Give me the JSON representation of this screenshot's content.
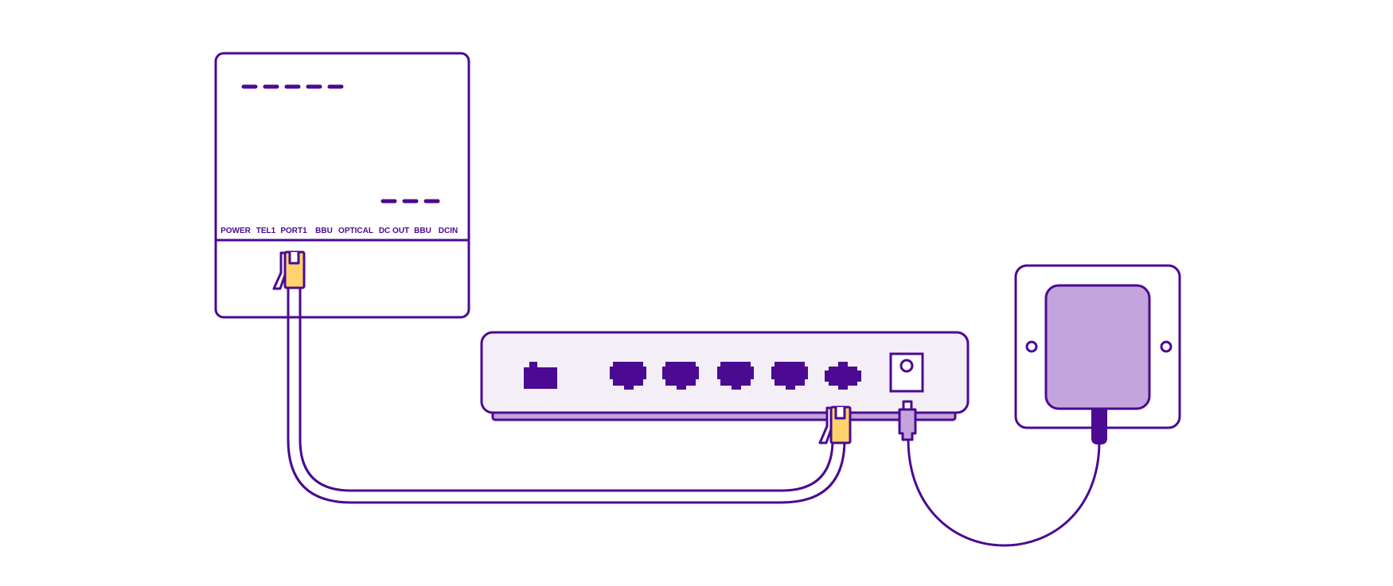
{
  "colors": {
    "stroke": "#4b0a91",
    "router_fill": "#f4eef7",
    "adapter_fill": "#c3a4dc",
    "connector_yellow": "#ffd26e",
    "background": "#ffffff"
  },
  "ont": {
    "port_labels": [
      "POWER",
      "TEL1",
      "PORT1",
      "BBU",
      "OPTICAL",
      "DC OUT",
      "BBU",
      "DCIN"
    ]
  },
  "icons": {
    "router": "router-device",
    "ethernet_port": "ethernet-port-icon",
    "power_jack": "power-jack-icon",
    "wall_socket": "wall-socket-icon",
    "rj45_plug": "rj45-plug-icon",
    "dc_plug": "dc-plug-icon"
  }
}
